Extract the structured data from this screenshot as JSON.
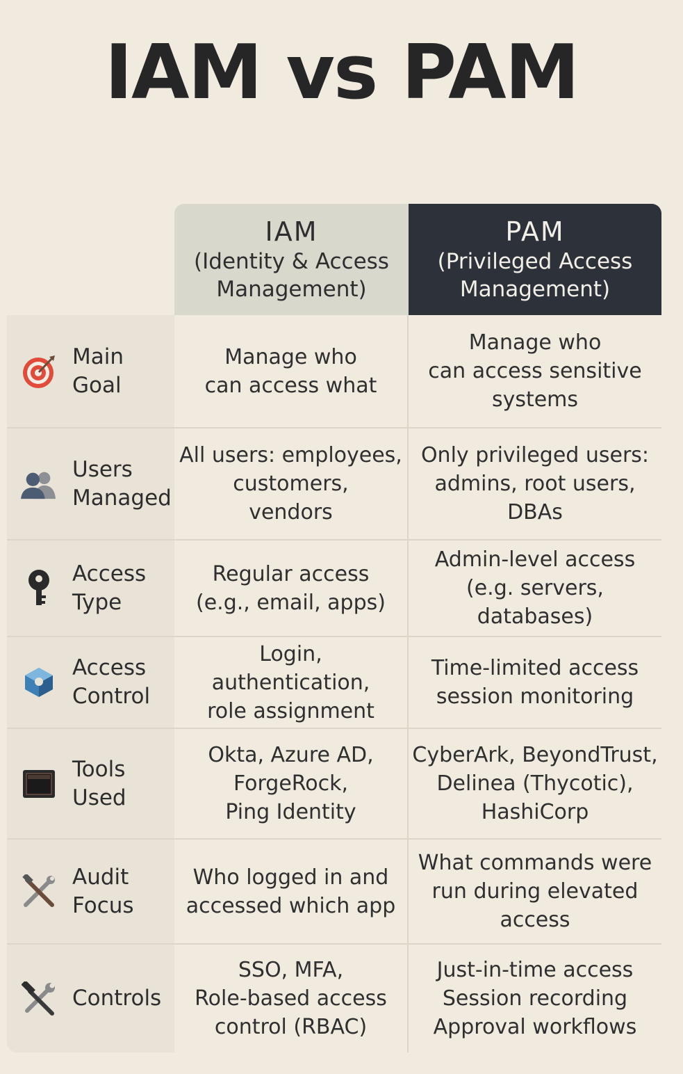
{
  "title": "IAM vs PAM",
  "columns": {
    "iam": {
      "abbr": "IAM",
      "full": "(Identity & Access\nManagement)"
    },
    "pam": {
      "abbr": "PAM",
      "full": "(Privileged Access\nManagement)"
    }
  },
  "rows": [
    {
      "icon": "target-icon",
      "label": "Main\nGoal",
      "iam": "Manage who\ncan access what",
      "pam": "Manage who\ncan access sensitive\nsystems"
    },
    {
      "icon": "users-icon",
      "label": "Users\nManaged",
      "iam": "All users: employees,\ncustomers,\nvendors",
      "pam": "Only privileged users:\nadmins, root users,\nDBAs"
    },
    {
      "icon": "key-icon",
      "label": "Access\nType",
      "iam": "Regular access\n(e.g., email, apps)",
      "pam": "Admin-level access\n(e.g. servers, databases)"
    },
    {
      "icon": "cube-icon",
      "label": "Access\nControl",
      "iam": "Login, authentication,\nrole assignment",
      "pam": "Time-limited access\nsession monitoring"
    },
    {
      "icon": "monitor-icon",
      "label": "Tools\nUsed",
      "iam": "Okta, Azure AD,\nForgeRock,\nPing Identity",
      "pam": "CyberArk, BeyondTrust,\nDelinea (Thycotic),\nHashiCorp"
    },
    {
      "icon": "tools-icon",
      "label": "Audit\nFocus",
      "iam": "Who logged in and\naccessed which app",
      "pam": "What commands were\nrun during elevated\naccess"
    },
    {
      "icon": "hammer-wrench-icon",
      "label": "Controls",
      "iam": "SSO, MFA,\nRole-based access\ncontrol (RBAC)",
      "pam": "Just-in-time access\nSession recording\nApproval workflows"
    }
  ],
  "colors": {
    "background": "#f1ebdf",
    "iam_header": "#d9d8cd",
    "pam_header": "#2c313a",
    "label_column": "#e8e3d6"
  }
}
